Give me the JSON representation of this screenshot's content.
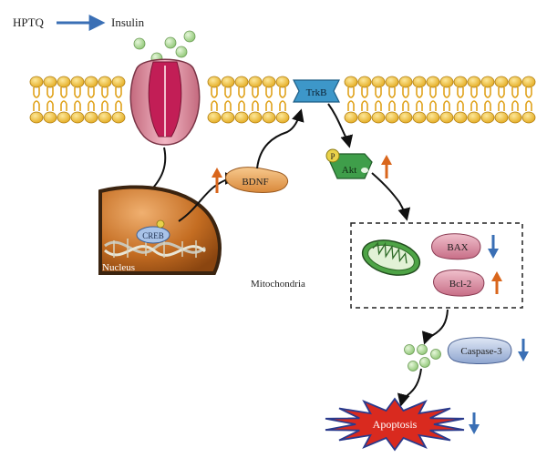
{
  "legend": {
    "from": "HPTQ",
    "to": "Insulin",
    "arrow_color": "#3a6fb5"
  },
  "labels": {
    "trkb": "TrkB",
    "akt": "Akt",
    "phospho": "P",
    "bdnf": "BDNF",
    "creb": "CREB",
    "nucleus": "Nucleus",
    "mitochondria": "Mitochondria",
    "bax": "BAX",
    "bcl2": "Bcl-2",
    "caspase3": "Caspase-3",
    "apoptosis": "Apoptosis"
  },
  "colors": {
    "up_arrow": "#d9661c",
    "down_arrow": "#3a6fb5",
    "membrane_head": "#f2c230",
    "trkb": "#3d97c9",
    "akt": "#3f9e4a",
    "bdnf": "#e19b4f",
    "pink_protein": "#d38aa0",
    "caspase": "#9db3d8",
    "apoptosis": "#d92a1f",
    "insulin_dot": "#a8d590"
  },
  "regulation": {
    "bdnf": "up",
    "akt": "up",
    "bax": "down",
    "bcl2": "up",
    "caspase3": "down",
    "apoptosis": "down"
  }
}
